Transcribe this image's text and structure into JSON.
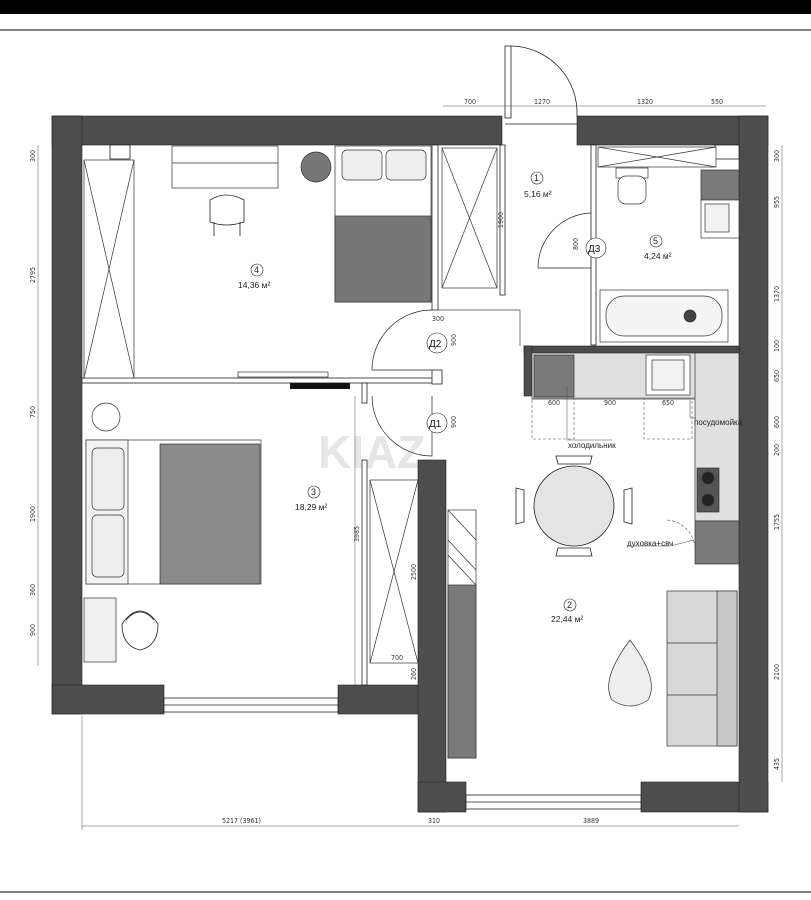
{
  "plan": {
    "colors": {
      "wall": "#4d4d4d",
      "furniture_dark": "#7a7a7a",
      "furniture_light": "#d9d9d9",
      "line": "#222222"
    },
    "rooms": [
      {
        "number": "1",
        "area": "5,16 м²"
      },
      {
        "number": "2",
        "area": "22,44 м²"
      },
      {
        "number": "3",
        "area": "18,29 м²"
      },
      {
        "number": "4",
        "area": "14,36 м²"
      },
      {
        "number": "5",
        "area": "4,24 м²"
      }
    ],
    "doors": [
      "Д1",
      "Д2",
      "Д3"
    ],
    "labels": {
      "fridge": "холодильник",
      "dishwasher": "посудомойка",
      "oven": "духовка+свч"
    },
    "watermark": "KIAZ",
    "dimensions": {
      "top_700": "700",
      "top_1270": "1270",
      "top_1320": "1320",
      "top_550": "550",
      "left_300": "300",
      "left_2795": "2795",
      "left_750": "750",
      "left_1900": "1900",
      "left_360": "360",
      "left_900": "900",
      "right_300": "300",
      "right_955": "955",
      "right_1370": "1370",
      "right_100": "100",
      "right_650": "650",
      "right_600": "600",
      "right_200": "200",
      "right_1755": "1755",
      "right_2100": "2100",
      "right_435": "435",
      "bottom_left": "5217 (3961)",
      "bottom_310": "310",
      "bottom_3889": "3889",
      "k_600": "600",
      "k_900": "900",
      "k_650": "650",
      "wardrobe_1900": "1900",
      "door_800": "800",
      "d2_300": "300",
      "d2_900": "900",
      "d1_900": "900",
      "room3_3985": "3985",
      "wardrobe_2500": "2500",
      "wardrobe_700": "700",
      "wardrobe_260": "260"
    }
  }
}
